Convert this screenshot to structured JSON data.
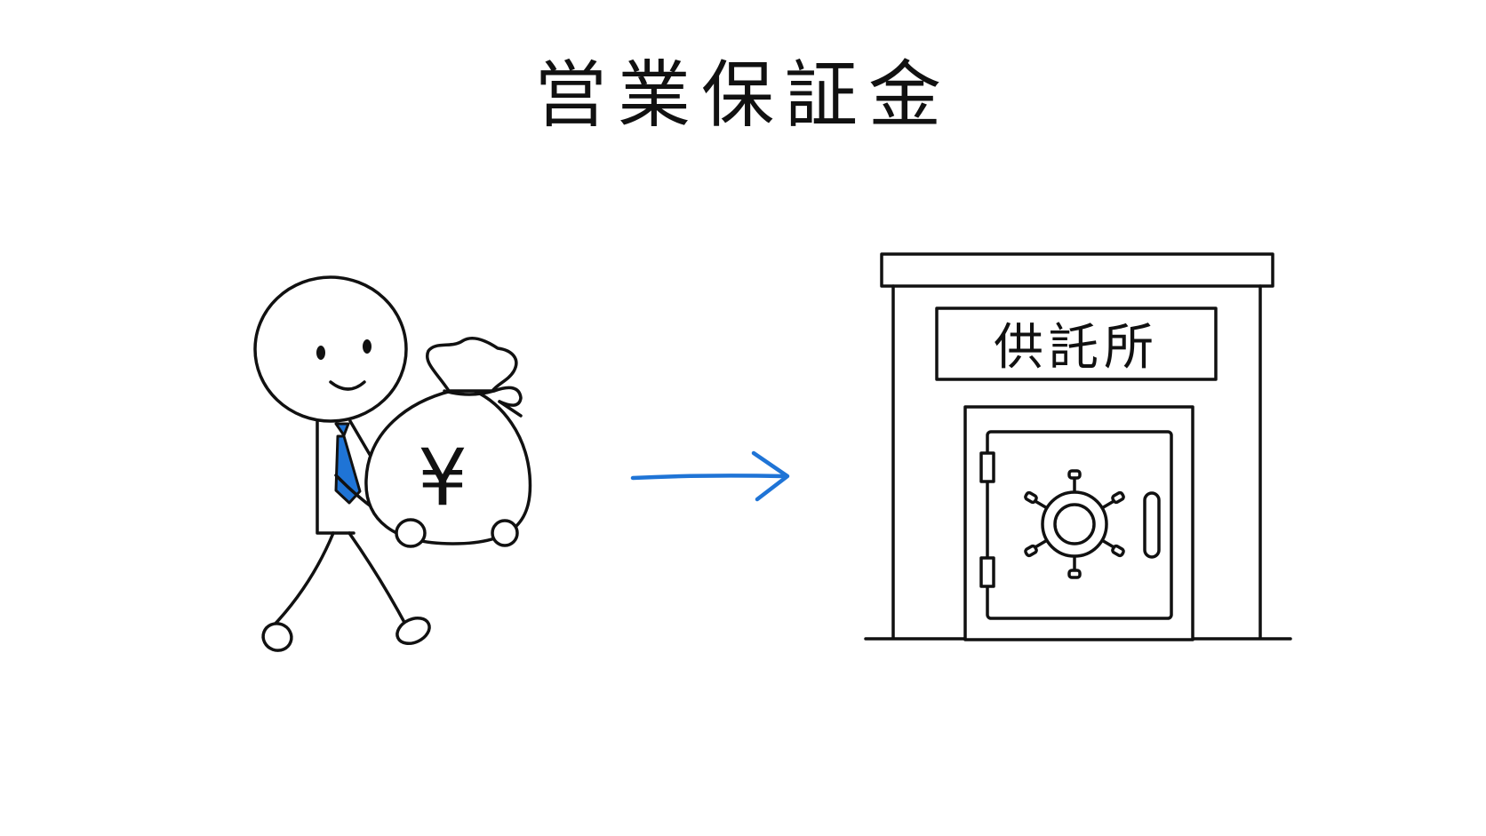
{
  "title": "営業保証金",
  "building": {
    "sign": "供託所"
  },
  "money_bag": {
    "symbol": "¥"
  },
  "colors": {
    "ink": "#111111",
    "accent_blue": "#1f74d6",
    "background": "#ffffff"
  },
  "icons": {
    "person": "stick-figure-businessman",
    "bag": "money-bag-icon",
    "arrow": "arrow-right-icon",
    "building": "deposit-office-building",
    "safe": "safe-icon"
  }
}
